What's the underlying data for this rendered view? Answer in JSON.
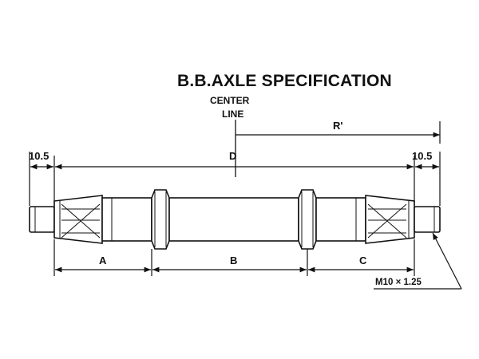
{
  "diagram": {
    "title": "B.B.AXLE SPECIFICATION",
    "center_line_label": [
      "CENTER",
      "LINE"
    ],
    "dimensions": {
      "left_end": "10.5",
      "right_end": "10.5",
      "overall": "D",
      "half_length": "R'",
      "segment_a": "A",
      "segment_b": "B",
      "segment_c": "C"
    },
    "thread_spec": "M10 × 1.25"
  },
  "colors": {
    "ink": "#111111",
    "paper": "#ffffff"
  }
}
